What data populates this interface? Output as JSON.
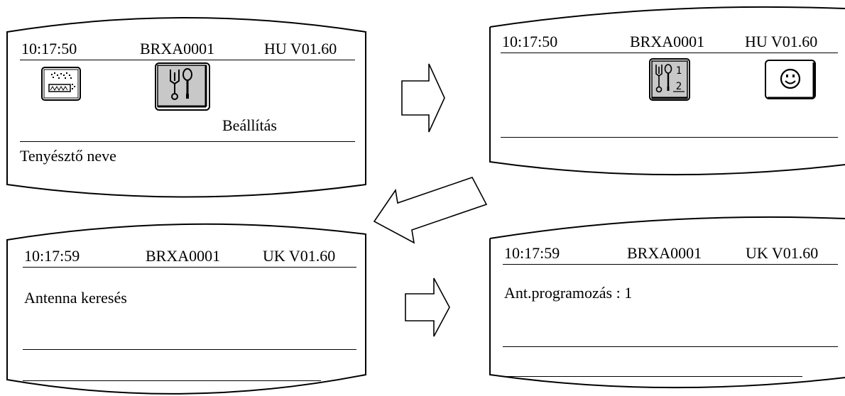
{
  "screens": [
    {
      "time": "10:17:50",
      "device_id": "BRXA0001",
      "version": "HU V01.60",
      "icons": [
        "feeding-icon",
        "settings-tools-icon"
      ],
      "selected_label": "Beállítás",
      "footer_text": "Tenyésztő neve"
    },
    {
      "time": "10:17:50",
      "device_id": "BRXA0001",
      "version": "HU V01.60",
      "icons": [
        "settings-tools-12-icon",
        "smiley-face-icon"
      ]
    },
    {
      "time": "10:17:59",
      "device_id": "BRXA0001",
      "version": "UK V01.60",
      "body_text": "Antenna keresés"
    },
    {
      "time": "10:17:59",
      "device_id": "BRXA0001",
      "version": "UK V01.60",
      "body_text": "Ant.programozás : 1"
    }
  ],
  "arrows": [
    "arrow-right",
    "arrow-down-left",
    "arrow-right"
  ]
}
